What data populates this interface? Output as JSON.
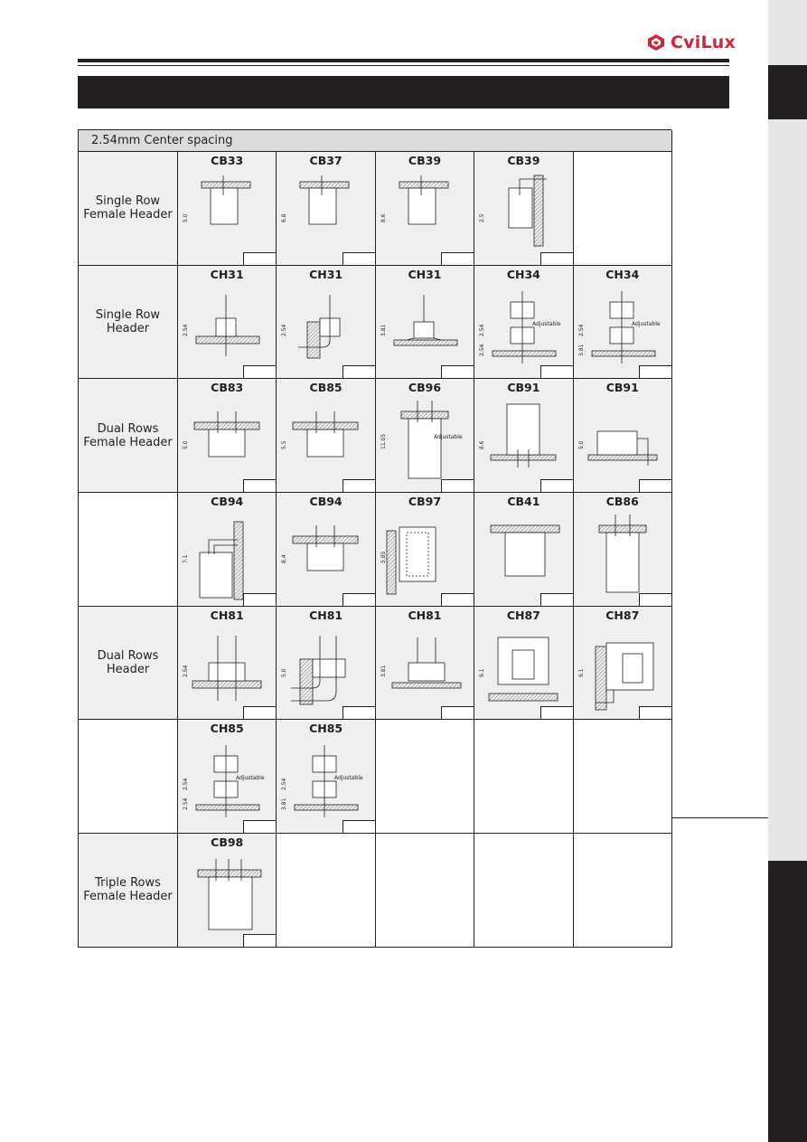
{
  "brand": {
    "logo_text": "CviLux",
    "accent_color": "#c8283c"
  },
  "table": {
    "header": "2.54mm Center spacing",
    "rows": [
      {
        "label": "Single Row\nFemale Header",
        "cells": [
          {
            "part": "CB33",
            "dims": [
              "5.0"
            ],
            "kind": "female"
          },
          {
            "part": "CB37",
            "dims": [
              "6.8"
            ],
            "kind": "female"
          },
          {
            "part": "CB39",
            "dims": [
              "8.6"
            ],
            "kind": "female"
          },
          {
            "part": "CB39",
            "dims": [
              "2.5"
            ],
            "kind": "rightangle"
          },
          null
        ]
      },
      {
        "label": "Single Row\nHeader",
        "cells": [
          {
            "part": "CH31",
            "dims": [
              "2.54"
            ],
            "kind": "pin"
          },
          {
            "part": "CH31",
            "dims": [
              "2.54"
            ],
            "kind": "pinright"
          },
          {
            "part": "CH31",
            "dims": [
              "3.81"
            ],
            "kind": "smt"
          },
          {
            "part": "CH34",
            "dims": [
              "2.54",
              "2.54",
              "Adjustable"
            ],
            "kind": "double"
          },
          {
            "part": "CH34",
            "dims": [
              "2.54",
              "3.81",
              "Adjustable"
            ],
            "kind": "doublesmt"
          }
        ]
      },
      {
        "label": "Dual Rows\nFemale Header",
        "cells": [
          {
            "part": "CB83",
            "dims": [
              "5.0"
            ],
            "kind": "female2"
          },
          {
            "part": "CB85",
            "dims": [
              "5.5"
            ],
            "kind": "female2"
          },
          {
            "part": "CB96",
            "dims": [
              "11.05",
              "Adjustable"
            ],
            "kind": "tall"
          },
          {
            "part": "CB91",
            "dims": [
              "8.6"
            ],
            "kind": "tallbody"
          },
          {
            "part": "CB91",
            "dims": [
              "5.0"
            ],
            "kind": "rightangle2"
          }
        ]
      },
      {
        "label": "",
        "cells": [
          {
            "part": "CB94",
            "dims": [
              "7.1"
            ],
            "kind": "rightangle3"
          },
          {
            "part": "CB94",
            "dims": [
              "8.4"
            ],
            "kind": "female2"
          },
          {
            "part": "CB97",
            "dims": [
              "5.85"
            ],
            "kind": "side"
          },
          {
            "part": "CB41",
            "dims": [],
            "kind": "flat"
          },
          {
            "part": "CB86",
            "dims": [],
            "kind": "tall2"
          }
        ]
      },
      {
        "label": "Dual Rows\nHeader",
        "cells": [
          {
            "part": "CH81",
            "dims": [
              "2.54"
            ],
            "kind": "pin2"
          },
          {
            "part": "CH81",
            "dims": [
              "5.0"
            ],
            "kind": "pinright2"
          },
          {
            "part": "CH81",
            "dims": [
              "3.81"
            ],
            "kind": "smt2"
          },
          {
            "part": "CH87",
            "dims": [
              "9.1"
            ],
            "kind": "box"
          },
          {
            "part": "CH87",
            "dims": [
              "9.1"
            ],
            "kind": "boxright"
          }
        ]
      },
      {
        "label": "",
        "cells": [
          {
            "part": "CH85",
            "dims": [
              "2.54",
              "2.54",
              "Adjustable"
            ],
            "kind": "double2"
          },
          {
            "part": "CH85",
            "dims": [
              "2.54",
              "3.81",
              "Adjustable"
            ],
            "kind": "double2smt"
          },
          null,
          null,
          null
        ]
      },
      {
        "label": "Triple Rows\nFemale Header",
        "cells": [
          {
            "part": "CB98",
            "dims": [],
            "kind": "triple"
          },
          null,
          null,
          null,
          null
        ]
      }
    ]
  }
}
